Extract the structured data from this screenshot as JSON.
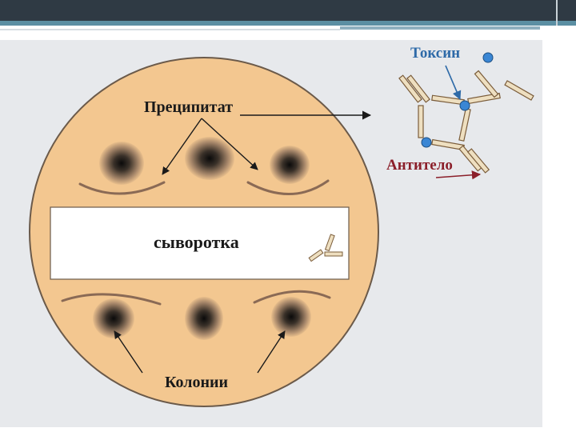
{
  "labels": {
    "precipitate": "Преципитат",
    "serum": "сыворотка",
    "colonies": "Колонии",
    "toxin": "Токсин",
    "antibody": "Антитело"
  },
  "colors": {
    "dish_fill": "#f3c790",
    "dish_stroke": "#6b5a4a",
    "serum_strip": "#ffffff",
    "toxin_label": "#2e6aa8",
    "antibody_label": "#8b1f2a",
    "toxin_dot": "#3a86d4",
    "antibody_bar_fill": "#eedfc0",
    "antibody_bar_stroke": "#7a5c3a",
    "arrow": "#1a1a1a"
  }
}
